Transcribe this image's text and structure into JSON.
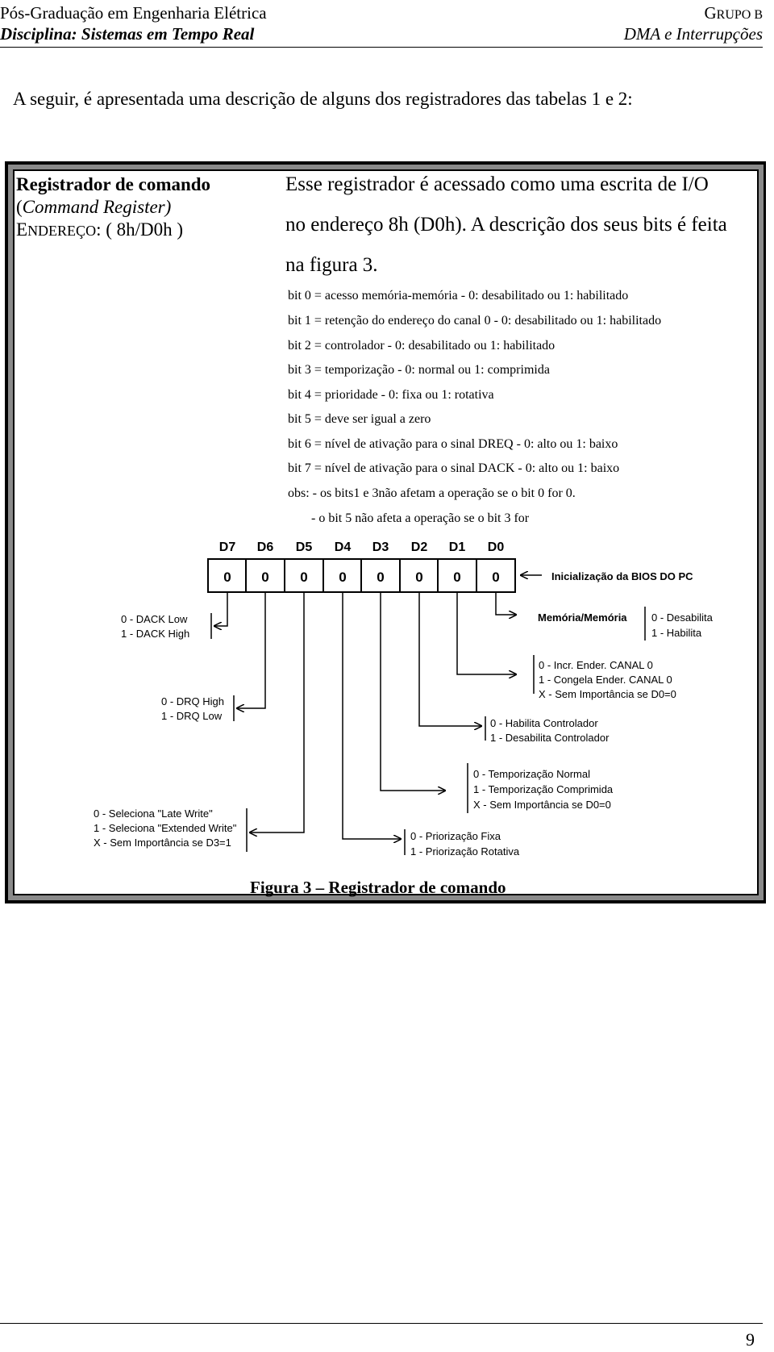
{
  "header": {
    "program": "Pós-Graduação em Engenharia Elétrica",
    "group_cap": "G",
    "group_rest": "RUPO B",
    "discipline": "Disciplina: Sistemas em Tempo Real",
    "topic": "DMA e Interrupções"
  },
  "intro": "A seguir, é apresentada uma descrição de alguns dos registradores das tabelas 1 e 2:",
  "register": {
    "name": "Registrador de comando",
    "open_paren": "(",
    "english_name": "Command Register)",
    "addr_cap1": "E",
    "addr_mid": "NDEREÇO",
    "addr_value": ": ( 8h/D0h )",
    "description": [
      "Esse registrador é acessado como uma escrita de I/O",
      "no endereço 8h (D0h). A descrição dos seus bits é feita",
      "na figura 3."
    ],
    "bits": [
      "bit 0 = acesso memória-memória - 0: desabilitado ou 1: habilitado",
      "bit 1 = retenção do endereço do canal 0 - 0: desabilitado ou 1: habilitado",
      "bit 2 = controlador - 0: desabilitado ou 1: habilitado",
      "bit 3 = temporização - 0: normal ou 1: comprimida",
      "bit 4 = prioridade - 0: fixa ou 1: rotativa",
      "bit 5 = deve ser igual a zero",
      "bit 6 = nível de ativação para o sinal DREQ  - 0: alto ou 1: baixo",
      "bit 7 = nível de ativação para o sinal DACK - 0: alto ou 1: baixo",
      "obs: - os bits1 e 3não afetam a operação se o bit 0 for 0.",
      "- o bit 5 não afeta a operação se o bit 3 for"
    ]
  },
  "diagram": {
    "bit_headers": [
      "D7",
      "D6",
      "D5",
      "D4",
      "D3",
      "D2",
      "D1",
      "D0"
    ],
    "bit_values": [
      "0",
      "0",
      "0",
      "0",
      "0",
      "0",
      "0",
      "0"
    ],
    "bios_init": "Inicialização da BIOS DO PC",
    "mem_label": "Memória/Memória",
    "mem_opts": [
      "0 - Desabilita",
      "1 - Habilita"
    ],
    "addr_opts": [
      "0 - Incr. Ender. CANAL 0",
      "1 - Congela Ender. CANAL 0",
      "X - Sem Importância se D0=0"
    ],
    "ctrl_opts": [
      "0 - Habilita Controlador",
      "1 - Desabilita Controlador"
    ],
    "timing_opts": [
      "0 - Temporização Normal",
      "1 - Temporização Comprimida",
      "X - Sem Importância se D0=0"
    ],
    "prio_opts": [
      "0 - Priorização Fixa",
      "1 - Priorização Rotativa"
    ],
    "dack_opts": [
      "0 - DACK Low",
      "1 - DACK High"
    ],
    "drq_opts": [
      "0 - DRQ High",
      "1 - DRQ Low"
    ],
    "write_opts": [
      "0 - Seleciona \"Late Write\"",
      "1 - Seleciona \"Extended Write\"",
      "X - Sem Importância se D3=1"
    ]
  },
  "caption": "Figura 3 – Registrador de comando",
  "page_number": "9"
}
